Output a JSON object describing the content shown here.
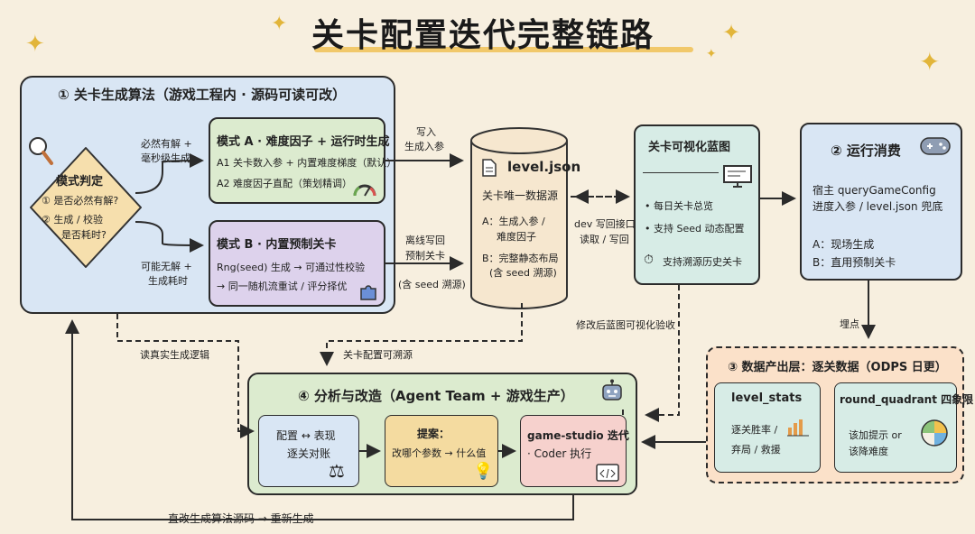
{
  "title": "关卡配置迭代完整链路",
  "sec1": {
    "title": "① 关卡生成算法（游戏工程内 · 源码可读可改）",
    "decision": {
      "title": "模式判定",
      "q1": "① 是否必然有解?",
      "q2a": "② 生成 / 校验",
      "q2b": "是否耗时?"
    },
    "edge_top_a": "必然有解 +",
    "edge_top_b": "毫秒级生成",
    "edge_bot_a": "可能无解 +",
    "edge_bot_b": "生成耗时",
    "modeA": {
      "title": "模式 A · 难度因子 + 运行时生成",
      "l1": "A1 关卡数入参 + 内置难度梯度（默认）",
      "l2": "A2 难度因子直配（策划精调）"
    },
    "modeB": {
      "title": "模式 B · 内置预制关卡",
      "l1": "Rng(seed) 生成 → 可通过性校验",
      "l2": "→ 同一随机流重试 / 评分择优"
    }
  },
  "write_a": "写入",
  "write_b": "生成入参",
  "offline_a": "离线写回",
  "offline_b": "预制关卡",
  "offline_c": "(含 seed 溯源)",
  "level_json": {
    "title": "level.json",
    "sub": "关卡唯一数据源",
    "a1": "A：生成入参 /",
    "a2": "难度因子",
    "b1": "B：完整静态布局",
    "b2": "(含 seed 溯源)"
  },
  "dev_a": "dev 写回接口",
  "dev_b": "读取 / 写回",
  "blueprint": {
    "title": "关卡可视化蓝图",
    "i1": "• 每日关卡总览",
    "i2": "• 支持 Seed 动态配置",
    "i3": "支持溯源历史关卡"
  },
  "sec2": {
    "title": "② 运行消费",
    "l1": "宿主 queryGameConfig",
    "l2": "进度入参 / level.json 兜底",
    "l3": "A：现场生成",
    "l4": "B：直用预制关卡"
  },
  "bury": "埋点",
  "sec3": {
    "title": "③ 数据产出层：逐关数据（ODPS 日更）",
    "c1_title": "level_stats",
    "c1_l1": "逐关胜率 /",
    "c1_l2": "弃局 / 救援",
    "c2_title": "round_quadrant 四象限",
    "c2_l1": "该加提示 or",
    "c2_l2": "该降难度"
  },
  "verify": "修改后蓝图可视化验收",
  "read_real": "读真实生成逻辑",
  "trace": "关卡配置可溯源",
  "sec4": {
    "title": "④ 分析与改造（Agent Team + 游戏生产）",
    "b1_l1": "配置 ↔ 表现",
    "b1_l2": "逐关对账",
    "b2_l1": "提案：",
    "b2_l2": "改哪个参数 → 什么值",
    "b3_l1": "game-studio 迭代",
    "b3_l2": "· Coder 执行"
  },
  "bottom": "直改生成算法源码 → 重新生成",
  "colors": {
    "bg": "#f7efdf",
    "blue": "#d9e6f4",
    "green": "#dcebcf",
    "purple": "#ddd2ec",
    "teal": "#d7ece6",
    "peach": "#fbe1c9",
    "gold": "#f4dba0"
  }
}
